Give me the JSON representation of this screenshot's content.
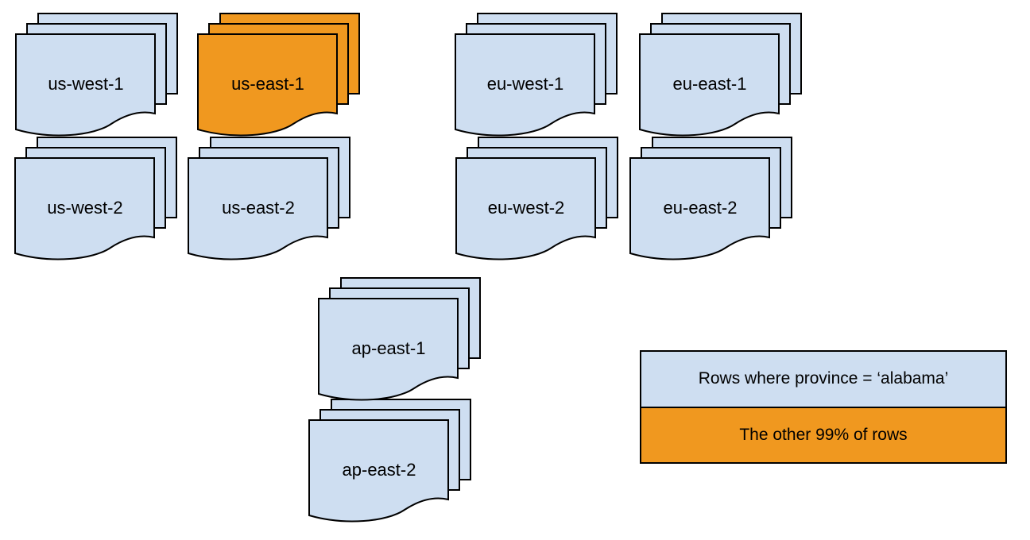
{
  "diagram": {
    "description": "Database region sharding diagram with stacked document shapes per region",
    "stacks": [
      {
        "label": "us-west-1",
        "highlighted": false
      },
      {
        "label": "us-east-1",
        "highlighted": true
      },
      {
        "label": "eu-west-1",
        "highlighted": false
      },
      {
        "label": "eu-east-1",
        "highlighted": false
      },
      {
        "label": "us-west-2",
        "highlighted": false
      },
      {
        "label": "us-east-2",
        "highlighted": false
      },
      {
        "label": "eu-west-2",
        "highlighted": false
      },
      {
        "label": "eu-east-2",
        "highlighted": false
      },
      {
        "label": "ap-east-1",
        "highlighted": false
      },
      {
        "label": "ap-east-2",
        "highlighted": false
      }
    ],
    "legend": {
      "items": [
        {
          "label": "Rows where province = ‘alabama’",
          "color": "#CEDEF1"
        },
        {
          "label": "The other 99% of rows",
          "color": "#F0981F"
        }
      ]
    },
    "colors": {
      "default_fill": "#CEDEF1",
      "highlight_fill": "#F0981F",
      "stroke": "#000000",
      "background": "#FFFFFF"
    }
  }
}
